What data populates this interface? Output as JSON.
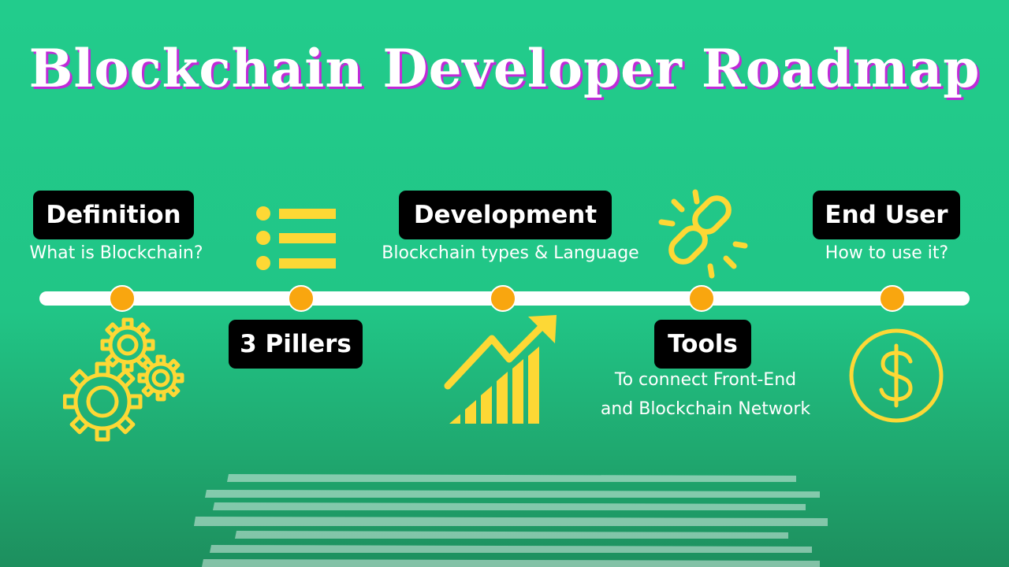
{
  "title": "Blockchain Developer Roadmap",
  "colors": {
    "background": "#22cc8c",
    "node": "#f9a60f",
    "icon": "#fdd835",
    "label_bg": "#000000",
    "title_shadow": "#c02ad8"
  },
  "steps": [
    {
      "label": "Definition",
      "subtitle": "What is Blockchain?",
      "icon": "gears-icon"
    },
    {
      "label": "3 Pillers",
      "subtitle": "",
      "icon": "list-icon"
    },
    {
      "label": "Development",
      "subtitle": "Blockchain types & Language",
      "icon": "growth-chart-icon"
    },
    {
      "label": "Tools",
      "subtitle_line1": "To connect Front-End",
      "subtitle_line2": "and Blockchain Network",
      "icon": "link-icon"
    },
    {
      "label": "End User",
      "subtitle": "How to use it?",
      "icon": "dollar-coin-icon"
    }
  ]
}
